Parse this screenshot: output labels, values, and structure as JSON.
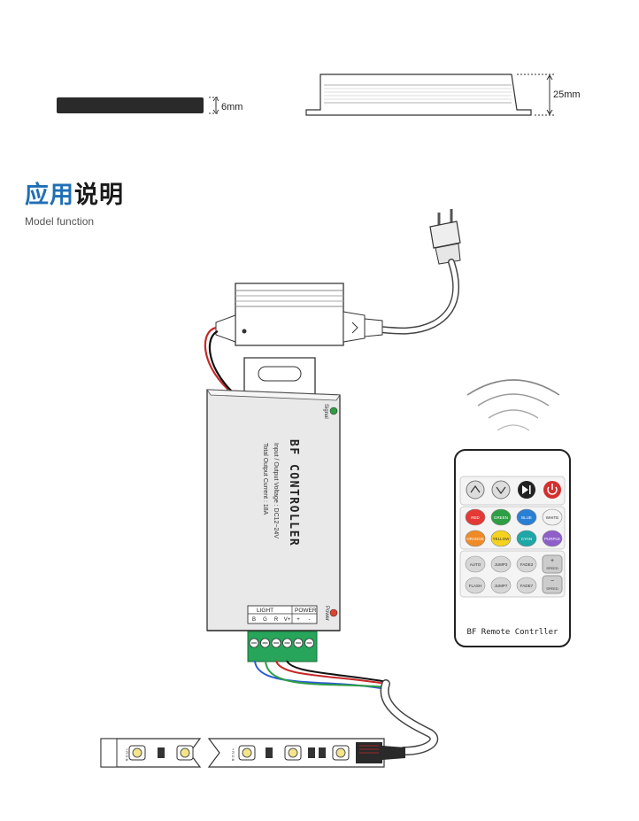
{
  "dimensions": {
    "thickness": "6mm",
    "height": "25mm"
  },
  "heading": {
    "highlight": "应用",
    "rest": "说明",
    "subtitle": "Model function"
  },
  "controller": {
    "brand": "BF CONTROLLER",
    "spec_line1": "Input / Output  Voltage : DC12~24V",
    "spec_line2": "Total  Output  Current : 18A",
    "signal_label": "Signal",
    "power_label": "Power",
    "light_label": "LIGHT",
    "power_group_label": "POWER",
    "terminals": [
      "B",
      "G",
      "R",
      "V+",
      "+",
      "-"
    ]
  },
  "remote": {
    "label": "BF Remote Contrller",
    "color_buttons": [
      {
        "label": "RED",
        "color": "#e53935"
      },
      {
        "label": "GREEN",
        "color": "#2e9e44"
      },
      {
        "label": "BLUE",
        "color": "#2a7fd4"
      },
      {
        "label": "WHITE",
        "color": "#f2f2f2"
      },
      {
        "label": "ORANGE",
        "color": "#f08a24"
      },
      {
        "label": "YELLOW",
        "color": "#f5d21f"
      },
      {
        "label": "CYAN",
        "color": "#1fa6a6"
      },
      {
        "label": "PURPLE",
        "color": "#8e5fc9"
      }
    ],
    "mode_buttons": [
      "AUTO",
      "JUMP3",
      "FADE3",
      "FLASH",
      "JUMP7",
      "FADE7"
    ],
    "speed_up": "SPEED",
    "speed_down": "SPEED"
  },
  "strip": {
    "pads_left": "+ R G B",
    "pads_right": "+ R G B"
  },
  "icons": [
    "power-plug-icon",
    "wireless-signal-icon",
    "brightness-up-icon",
    "brightness-down-icon",
    "play-pause-icon",
    "power-icon"
  ]
}
